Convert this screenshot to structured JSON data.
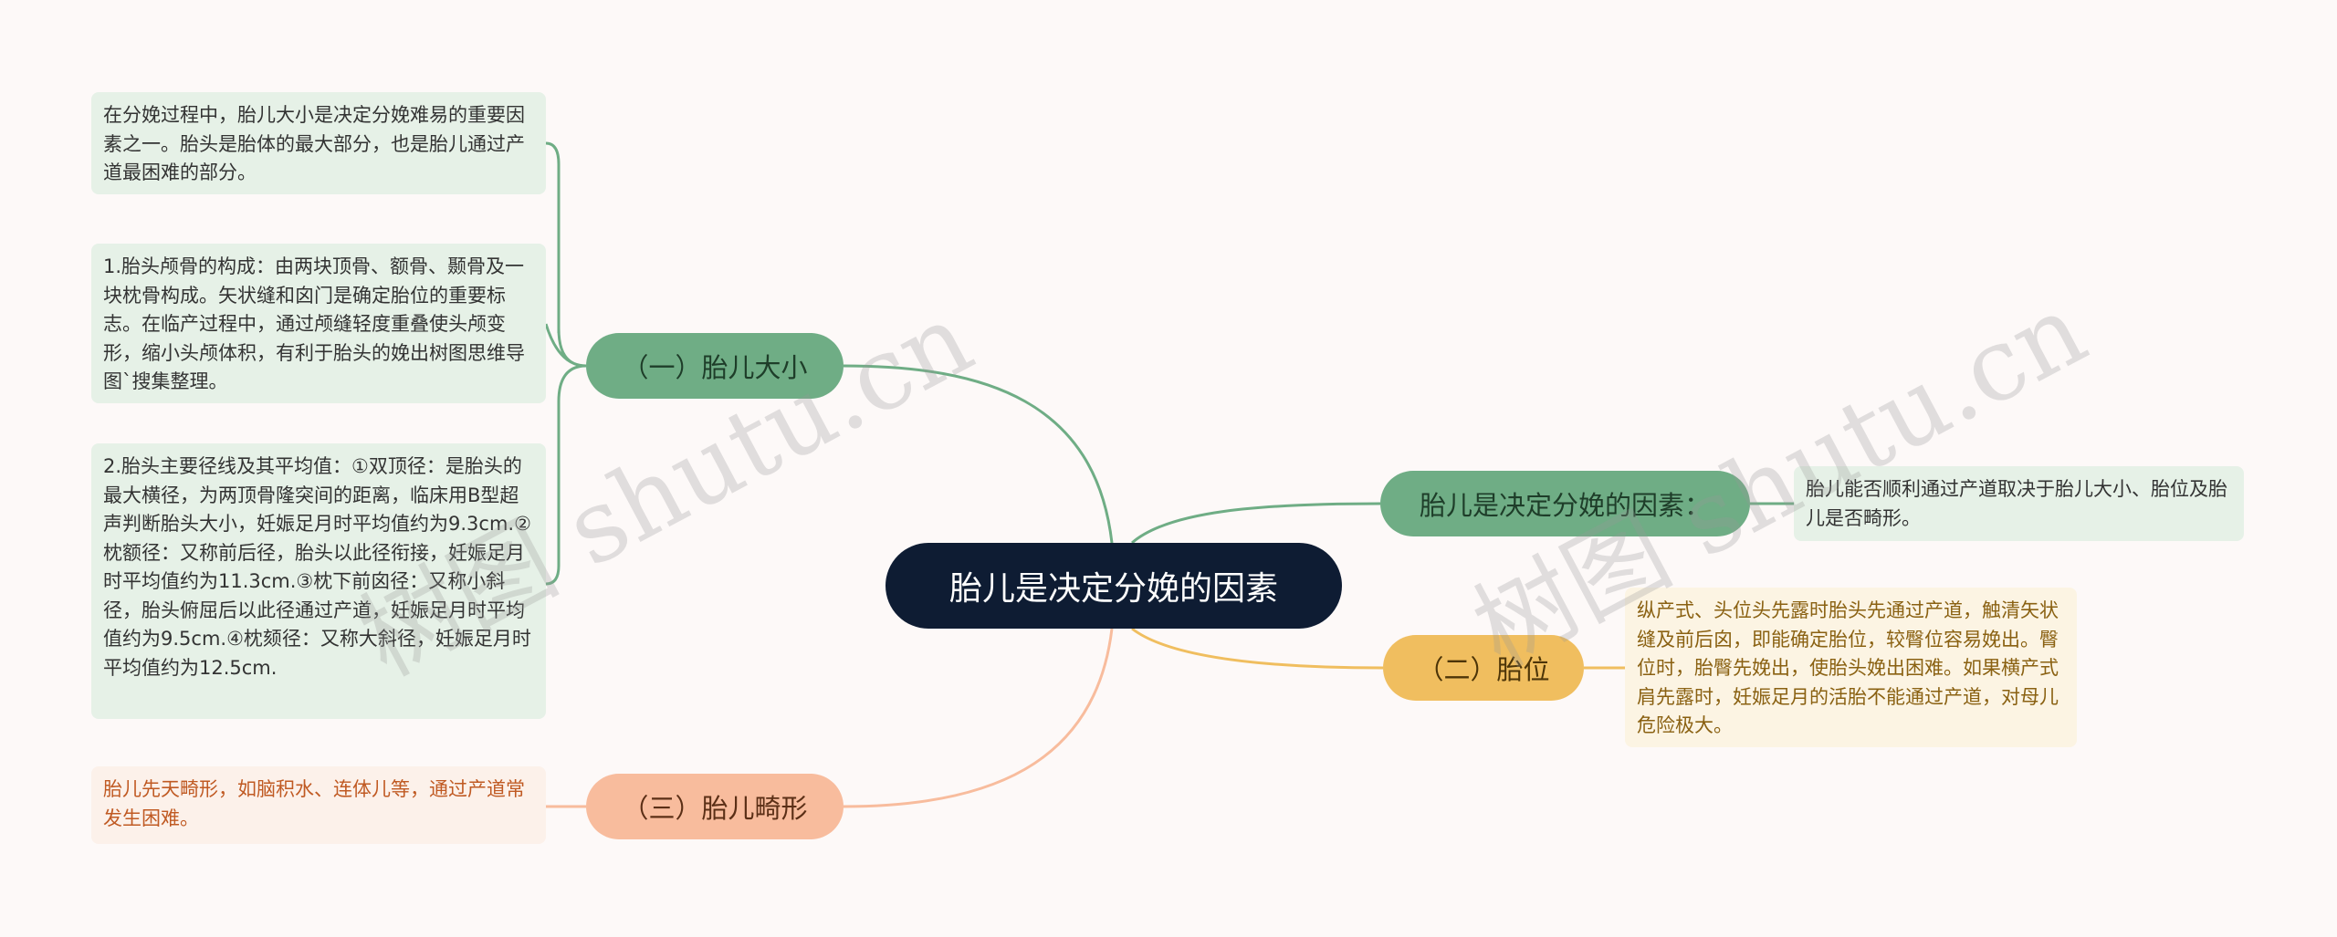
{
  "root": {
    "label": "胎儿是决定分娩的因素"
  },
  "branches": {
    "size": {
      "label": "（一）胎儿大小",
      "notes": [
        "在分娩过程中，胎儿大小是决定分娩难易的重要因素之一。胎头是胎体的最大部分，也是胎儿通过产道最困难的部分。",
        "1.胎头颅骨的构成：由两块顶骨、额骨、颞骨及一块枕骨构成。矢状缝和囟门是确定胎位的重要标志。在临产过程中，通过颅缝轻度重叠使头颅变形，缩小头颅体积，有利于胎头的娩出树图思维导图`搜集整理。",
        "2.胎头主要径线及其平均值：①双顶径：是胎头的最大横径，为两顶骨隆突间的距离，临床用B型超声判断胎头大小，妊娠足月时平均值约为9.3cm.②枕额径：又称前后径，胎头以此径衔接，妊娠足月时平均值约为11.3cm.③枕下前囟径：又称小斜径，胎头俯屈后以此径通过产道，妊娠足月时平均值约为9.5cm.④枕颏径：又称大斜径，妊娠足月时平均值约为12.5cm."
      ]
    },
    "factors": {
      "label": "胎儿是决定分娩的因素：",
      "note": "胎儿能否顺利通过产道取决于胎儿大小、胎位及胎儿是否畸形。"
    },
    "position": {
      "label": "（二）胎位",
      "note": "纵产式、头位头先露时胎头先通过产道，触清矢状缝及前后囟，即能确定胎位，较臀位容易娩出。臀位时，胎臀先娩出，使胎头娩出困难。如果横产式肩先露时，妊娠足月的活胎不能通过产道，对母儿危险极大。"
    },
    "malformation": {
      "label": "（三）胎儿畸形",
      "note": "胎儿先天畸形，如脑积水、连体儿等，通过产道常发生困难。"
    }
  },
  "watermark": "树图 shutu.cn",
  "colors": {
    "background": "#fdf9f8",
    "root": "#0e1c33",
    "green": "#6fad85",
    "yellow": "#f0be5f",
    "orange": "#f8bc9d"
  }
}
